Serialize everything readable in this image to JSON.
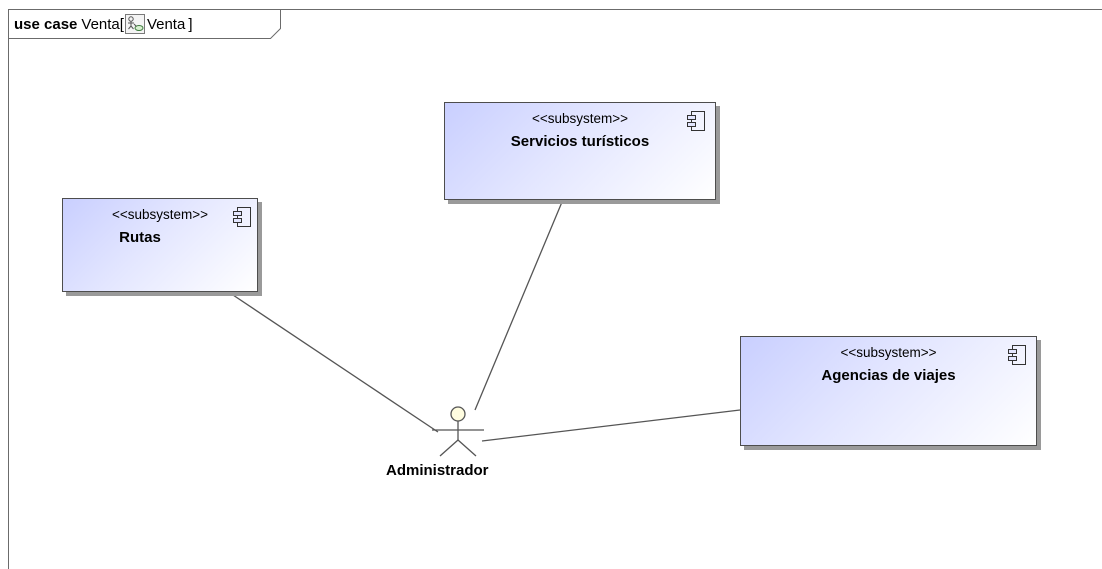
{
  "frame": {
    "keyword": "use case",
    "name": "Venta",
    "open_bracket": "[",
    "diagram_ref": "Venta",
    "close_bracket": "]"
  },
  "subsystems": [
    {
      "stereotype": "<<subsystem>>",
      "name": "Servicios turísticos",
      "icon": "component-icon"
    },
    {
      "stereotype": "<<subsystem>>",
      "name": "Rutas",
      "icon": "component-icon"
    },
    {
      "stereotype": "<<subsystem>>",
      "name": "Agencias de viajes",
      "icon": "component-icon"
    }
  ],
  "actor": {
    "name": "Administrador",
    "icon": "actor-icon"
  },
  "associations": [
    {
      "from": "Administrador",
      "to": "Servicios turísticos"
    },
    {
      "from": "Administrador",
      "to": "Rutas"
    },
    {
      "from": "Administrador",
      "to": "Agencias de viajes"
    }
  ],
  "colors": {
    "box_fill": "#c9cfff",
    "box_border": "#4d4d4d",
    "shadow": "#9a9a9a",
    "actor_head": "#fffde0"
  }
}
